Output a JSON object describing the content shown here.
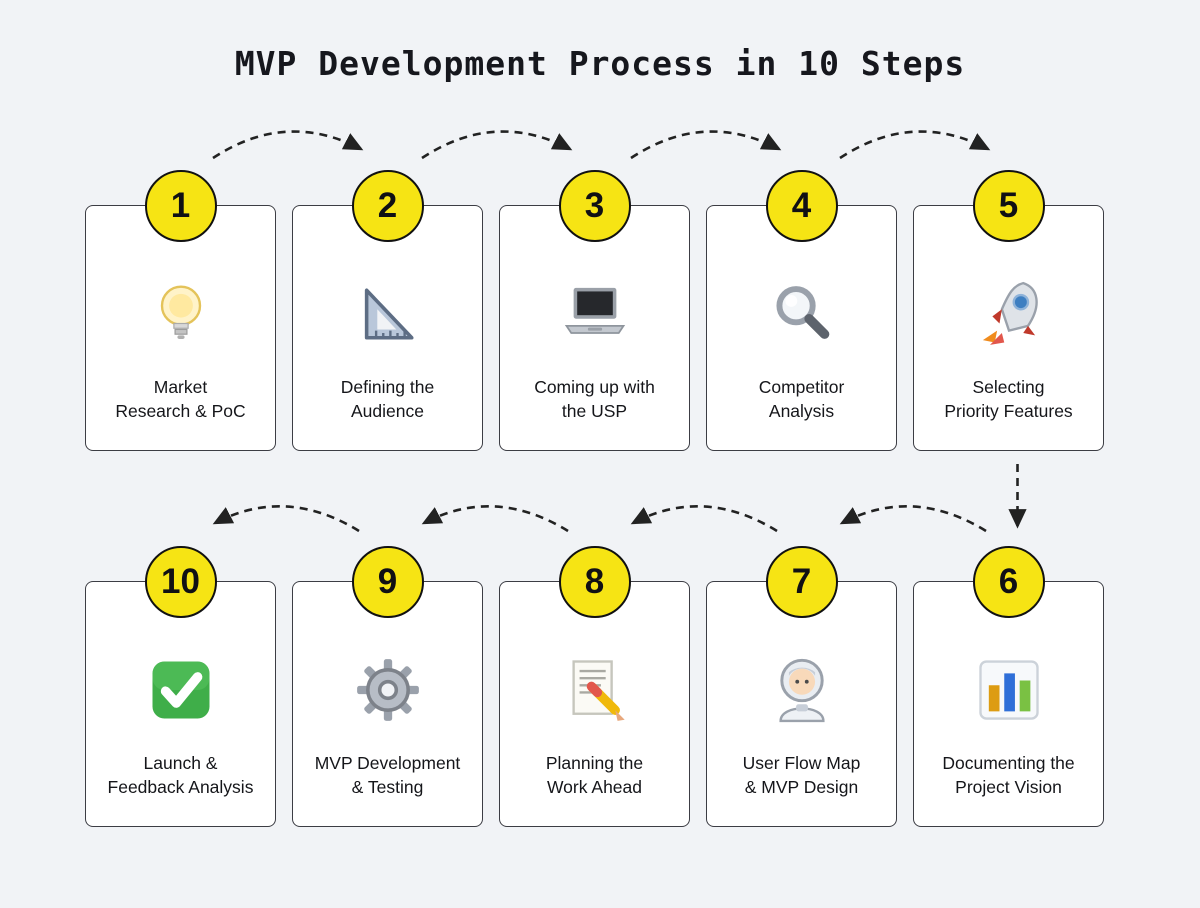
{
  "title": "MVP Development Process in 10 Steps",
  "colors": {
    "background": "#f1f3f6",
    "card_background": "#ffffff",
    "card_border": "#3c3d44",
    "circle_fill": "#f6e414",
    "circle_border": "#111111",
    "arrow": "#222222",
    "text": "#15161a"
  },
  "rows": [
    {
      "steps": [
        {
          "number": "1",
          "icon": "lightbulb-icon",
          "label": [
            "Market",
            "Research & PoC"
          ]
        },
        {
          "number": "2",
          "icon": "triangular-ruler-icon",
          "label": [
            "Defining the",
            "Audience"
          ]
        },
        {
          "number": "3",
          "icon": "laptop-icon",
          "label": [
            "Coming up with",
            "the USP"
          ]
        },
        {
          "number": "4",
          "icon": "magnifier-icon",
          "label": [
            "Competitor",
            "Analysis"
          ]
        },
        {
          "number": "5",
          "icon": "rocket-icon",
          "label": [
            "Selecting",
            "Priority Features"
          ]
        }
      ]
    },
    {
      "steps": [
        {
          "number": "10",
          "icon": "check-mark-icon",
          "label": [
            "Launch &",
            "Feedback Analysis"
          ]
        },
        {
          "number": "9",
          "icon": "gear-icon",
          "label": [
            "MVP Development",
            "& Testing"
          ]
        },
        {
          "number": "8",
          "icon": "memo-pencil-icon",
          "label": [
            "Planning the",
            "Work Ahead"
          ]
        },
        {
          "number": "7",
          "icon": "astronaut-icon",
          "label": [
            "User Flow Map",
            "& MVP Design"
          ]
        },
        {
          "number": "6",
          "icon": "bar-chart-icon",
          "label": [
            "Documenting the",
            "Project Vision"
          ]
        }
      ]
    }
  ]
}
